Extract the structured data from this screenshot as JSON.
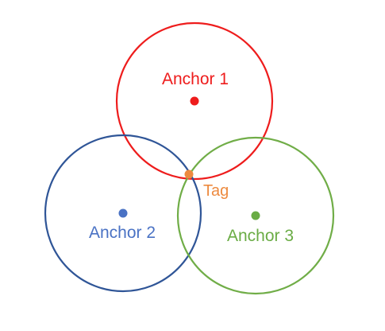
{
  "diagram": {
    "anchors": [
      {
        "label": "Anchor 1",
        "color": "#ee1c1c"
      },
      {
        "label": "Anchor 2",
        "color": "#4a72c4"
      },
      {
        "label": "Anchor 3",
        "color": "#6aac45"
      }
    ],
    "tag": {
      "label": "Tag",
      "color": "#ed8a3f"
    },
    "circle_stroke_colors": [
      "#ee1c1c",
      "#2f5597",
      "#70ad47"
    ]
  }
}
